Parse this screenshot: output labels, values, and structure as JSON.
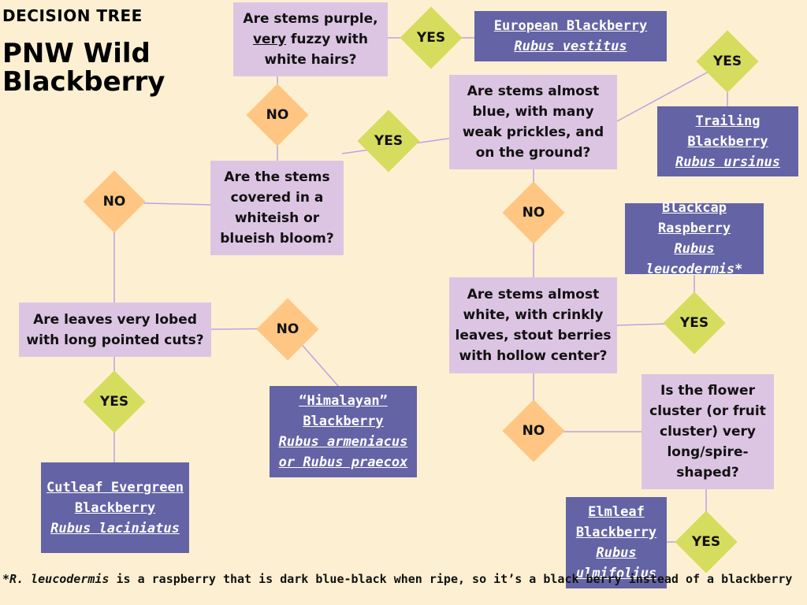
{
  "header": {
    "kicker": "DECISION TREE",
    "title": "PNW Wild Blackberry"
  },
  "questions": {
    "q1_a": "Are stems purple,",
    "q1_u": "very",
    "q1_b": " fuzzy with white hairs?",
    "q2": "Are stems almost blue, with many weak prickles, and on the ground?",
    "q3": "Are the stems covered in a whiteish or blueish bloom?",
    "q4": "Are leaves very lobed with long pointed cuts?",
    "q5": "Are stems almost white, with crinkly leaves, stout berries with hollow center?",
    "q6": "Is the flower cluster (or fruit cluster) very long/spire-shaped?"
  },
  "results": {
    "european": {
      "common": "European Blackberry",
      "latin": "Rubus vestitus"
    },
    "trailing": {
      "common": "Trailing Blackberry",
      "latin": "Rubus ursinus"
    },
    "blackcap": {
      "common": "Blackcap Raspberry",
      "latin": "Rubus leucodermis*"
    },
    "himalayan": {
      "common": "“Himalayan” Blackberry",
      "latin": "Rubus armeniacus or Rubus praecox"
    },
    "cutleaf": {
      "common": "Cutleaf Evergreen Blackberry",
      "latin": "Rubus laciniatus"
    },
    "elmleaf": {
      "common": "Elmleaf Blackberry",
      "latin": "Rubus ulmifolius"
    }
  },
  "labels": {
    "yes": "YES",
    "no": "NO"
  },
  "footnote": {
    "italic": "*R. leucodermis",
    "rest": " is a raspberry that is dark blue-black when ripe, so it’s a black berry instead of a blackberry"
  },
  "colors": {
    "question": "#dcc5e2",
    "result": "#6463a5",
    "yes": "#d6dc5e",
    "no": "#fec682",
    "background": "#fdf0d2",
    "connector": "#b9a3e0"
  }
}
